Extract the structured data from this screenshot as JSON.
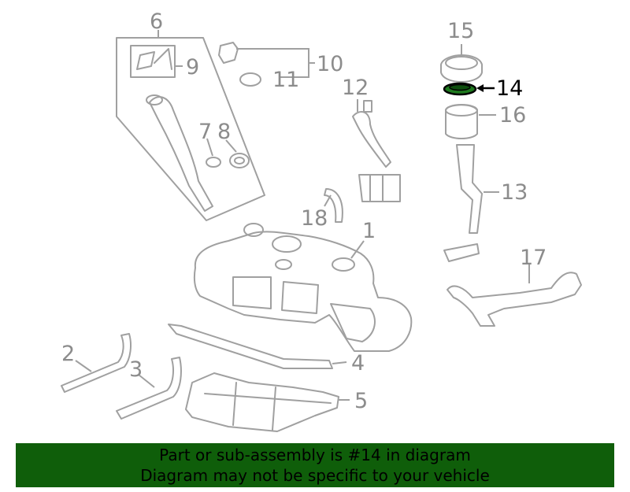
{
  "diagram": {
    "callouts": {
      "c1": "1",
      "c2": "2",
      "c3": "3",
      "c4": "4",
      "c5": "5",
      "c6": "6",
      "c7": "7",
      "c8": "8",
      "c9": "9",
      "c10": "10",
      "c11": "11",
      "c12": "12",
      "c13": "13",
      "c14": "14",
      "c15": "15",
      "c16": "16",
      "c17": "17",
      "c18": "18"
    },
    "colors": {
      "part_stroke": "#a0a0a0",
      "highlight_fill": "#1e7a1e",
      "highlight_stroke": "#000000",
      "banner_bg": "#0f5e0a"
    },
    "highlighted_part": "14"
  },
  "banner": {
    "line1": "Part or sub-assembly is #14 in diagram",
    "line2": "Diagram may not be specific to your vehicle"
  }
}
